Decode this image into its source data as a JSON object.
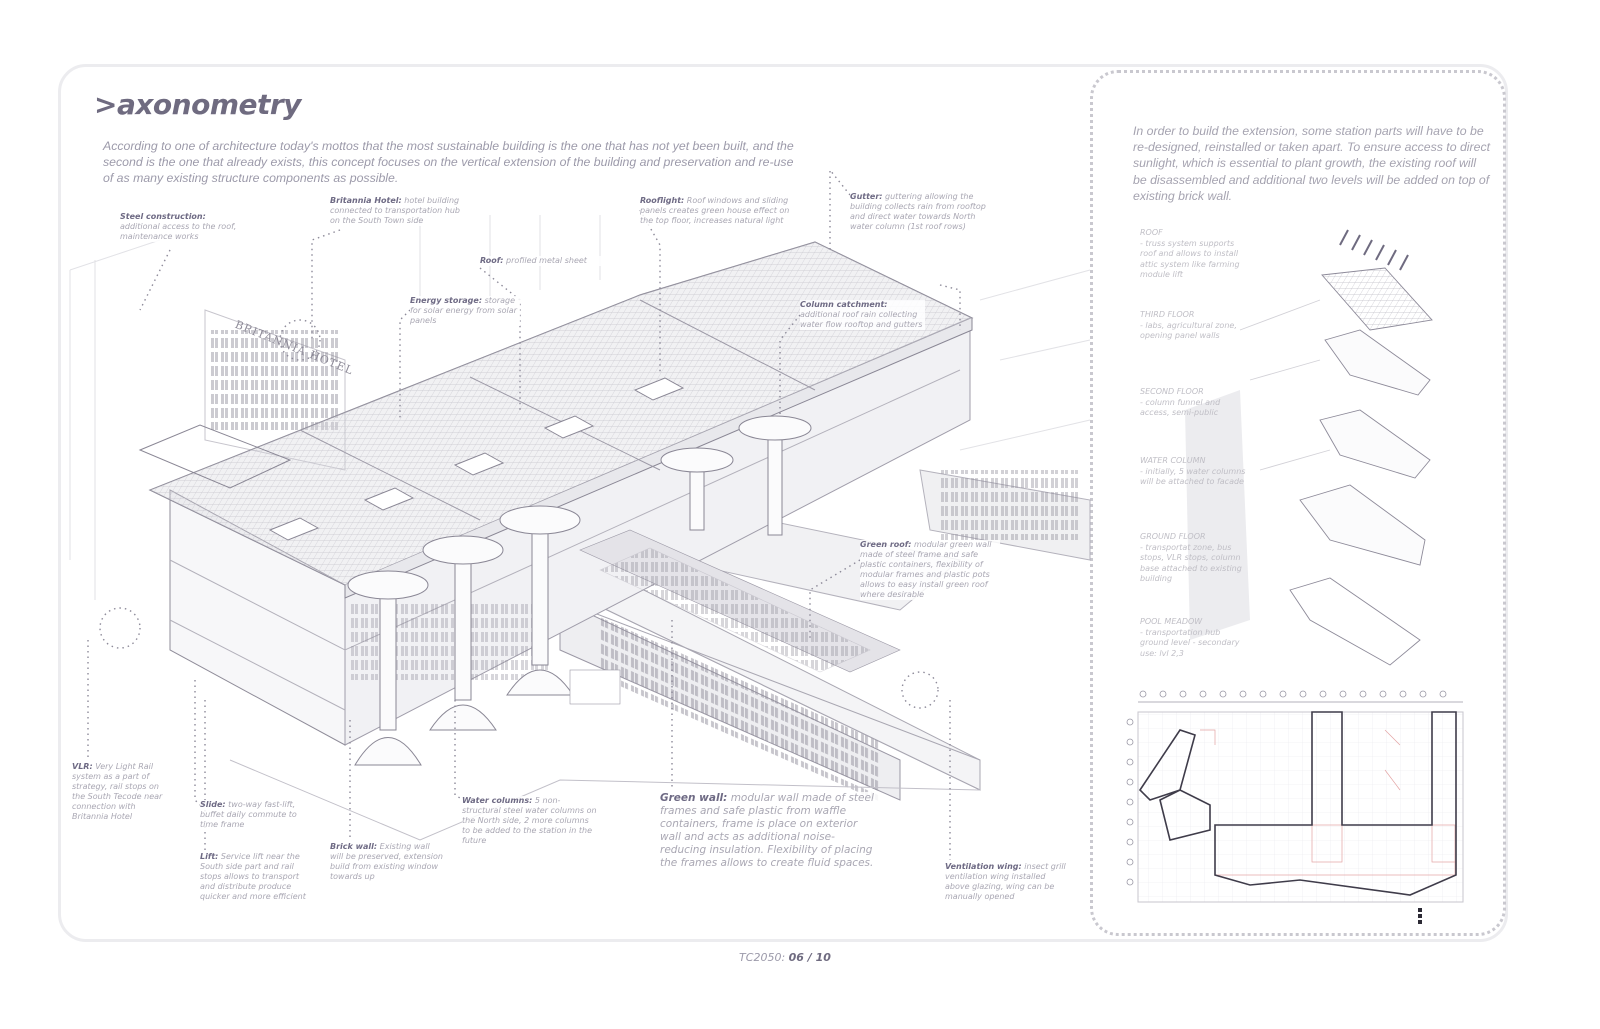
{
  "title": ">axonometry",
  "intro": "According to one of architecture today's mottos that the most sustainable building is the one that has not yet been built, and the second is the one that already exists, this concept focuses on the vertical extension of the building and preservation and re-use of as many existing structure components as possible.",
  "right_intro": "In order to build the extension, some station parts will have to be re-designed, reinstalled or taken apart. To ensure access to direct sunlight, which is essential to plant growth, the existing roof will be disassembled and additional two levels will be added on top of existing brick wall.",
  "hotel_sign": "BRITANNIA HOTEL",
  "layers": [
    {
      "title": "ROOF",
      "text": "- truss system supports roof and allows to install attic system like farming module lift"
    },
    {
      "title": "THIRD FLOOR",
      "text": "- labs, agricultural zone, opening panel walls"
    },
    {
      "title": "SECOND FLOOR",
      "text": "- column funnel and access, semi-public"
    },
    {
      "title": "WATER COLUMN",
      "text": "- initially, 5 water columns will be attached to facade"
    },
    {
      "title": "GROUND FLOOR",
      "text": "- transportat zone, bus stops, VLR stops, column base attached to existing building"
    },
    {
      "title": "POOL MEADOW",
      "text": "- transportation hub ground level - secondary use: lvl 2,3"
    }
  ],
  "annotations": {
    "steel": {
      "title": "Steel construction:",
      "text": "additional access to the roof, maintenance works"
    },
    "hotel": {
      "title": "Britannia Hotel:",
      "text": "hotel building connected to transportation hub on the South Town side"
    },
    "energy": {
      "title": "Energy storage:",
      "text": "storage for solar energy from solar panels"
    },
    "roof": {
      "title": "Roof:",
      "text": "profiled metal sheet"
    },
    "rooflight": {
      "title": "Rooflight:",
      "text": "Roof windows and sliding panels creates green house effect on the top floor, increases natural light"
    },
    "gutter": {
      "title": "Gutter:",
      "text": "guttering allowing the building collects rain from rooftop and direct water towards North water column (1st roof rows)"
    },
    "column": {
      "title": "Column catchment:",
      "text": "additional roof rain collecting water flow rooftop and gutters"
    },
    "greenroof": {
      "title": "Green roof:",
      "text": "modular green wall made of steel frame and safe plastic containers, flexibility of modular frames and plastic pots allows to easy install green roof where desirable"
    },
    "vlr": {
      "title": "VLR:",
      "text": "Very Light Rail system as a part of strategy, rail stops on the South Tecode near connection with Britannia Hotel"
    },
    "slide": {
      "title": "Slide:",
      "text": "two-way fast-lift, buffet daily commute to time frame"
    },
    "lift": {
      "title": "Lift:",
      "text": "Service lift near the South side part and rail stops allows to transport and distribute produce quicker and more efficient"
    },
    "brick": {
      "title": "Brick wall:",
      "text": "Existing wall will be preserved, extension build from existing window towards up"
    },
    "water": {
      "title": "Water columns:",
      "text": "5 non-structural steel water columns on the North side, 2 more columns to be added to the station in the future"
    },
    "greenwall": {
      "title": "Green wall:",
      "text": "modular wall made of steel frames and safe plastic from waffle containers, frame is place on exterior wall and acts as additional noise-reducing insulation. Flexibility of placing the frames allows to create fluid spaces."
    },
    "vent": {
      "title": "Ventilation wing:",
      "text": "insect grill ventilation wing installed above glazing, wing can be manually opened"
    }
  },
  "footer": {
    "prefix": "TC2050: ",
    "page": "06 / 10"
  },
  "colors": {
    "accent": "#6f6b80",
    "text": "#9c9aaa",
    "line": "#8d8a99",
    "plan_red": "#e3a3a3"
  }
}
